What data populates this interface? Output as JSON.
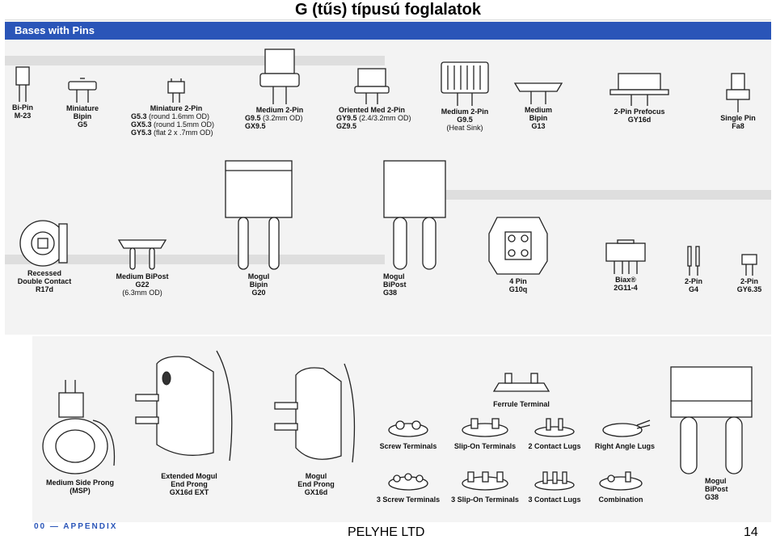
{
  "slide": {
    "title": "G (tűs) típusú foglalatok"
  },
  "top_panel": {
    "header": "Bases with Pins",
    "bases": [
      {
        "lines": [
          "Bi-Pin",
          "M-23"
        ]
      },
      {
        "lines": [
          "Miniature",
          "Bipin",
          "G5"
        ]
      },
      {
        "lines": [
          "Medium 2-Pin"
        ],
        "specs": [
          {
            "code": "G9.5",
            "note": " (3.2mm OD)"
          },
          {
            "code": "GX9.5",
            "note": ""
          }
        ]
      },
      {
        "lines": [
          "Oriented Med 2-Pin"
        ],
        "specs": [
          {
            "code": "GY9.5",
            "note": " (2.4/3.2mm OD)"
          },
          {
            "code": "GZ9.5",
            "note": ""
          }
        ]
      },
      {
        "lines": [
          "Medium 2-Pin",
          "G9.5"
        ],
        "note": "(Heat Sink)"
      },
      {
        "lines": [
          "Medium",
          "Bipin",
          "G13"
        ]
      },
      {
        "lines": [
          "2-Pin Prefocus",
          "GY16d"
        ]
      },
      {
        "lines": [
          "Single Pin",
          "Fa8"
        ]
      },
      {
        "lines": [
          "Recessed",
          "Double Contact",
          "R17d"
        ]
      },
      {
        "lines": [
          "Medium BiPost",
          "G22"
        ],
        "note": "(6.3mm OD)"
      },
      {
        "lines": [
          "Mogul",
          "Bipin",
          "G20"
        ]
      },
      {
        "lines": [
          "Mogul",
          "BiPost",
          "G38"
        ]
      },
      {
        "lines": [
          "4 Pin",
          "G10q"
        ]
      },
      {
        "lines": [
          "Biax®",
          "2G11-4"
        ]
      },
      {
        "lines": [
          "2-Pin",
          "G4"
        ]
      },
      {
        "lines": [
          "2-Pin",
          "GY6.35"
        ]
      }
    ],
    "mini2pin": {
      "title": "Miniature 2-Pin",
      "specs": [
        {
          "code": "G5.3",
          "note": " (round 1.6mm OD)"
        },
        {
          "code": "GX5.3",
          "note": " (round 1.5mm OD)"
        },
        {
          "code": "GY5.3",
          "note": " (flat 2 x .7mm OD)"
        }
      ]
    }
  },
  "bottom_panel": {
    "bases": [
      {
        "lines": [
          "Medium Side Prong",
          "(MSP)"
        ]
      },
      {
        "lines": [
          "Extended Mogul",
          "End Prong",
          "GX16d EXT"
        ]
      },
      {
        "lines": [
          "Mogul",
          "End Prong",
          "GX16d"
        ]
      },
      {
        "lines": [
          "Mogul",
          "BiPost",
          "G38"
        ]
      }
    ],
    "terminals": [
      "Ferrule Terminal",
      "Screw Terminals",
      "Slip-On Terminals",
      "2 Contact Lugs",
      "Right Angle Lugs",
      "3 Screw Terminals",
      "3 Slip-On Terminals",
      "3 Contact Lugs",
      "Combination"
    ],
    "appendix": "00 — APPENDIX"
  },
  "footer": {
    "company": "PELYHE LTD",
    "page": "14"
  },
  "colors": {
    "band": "#2a55b8",
    "panel": "#f3f3f3",
    "ghost_text": "#c9c9c9"
  }
}
